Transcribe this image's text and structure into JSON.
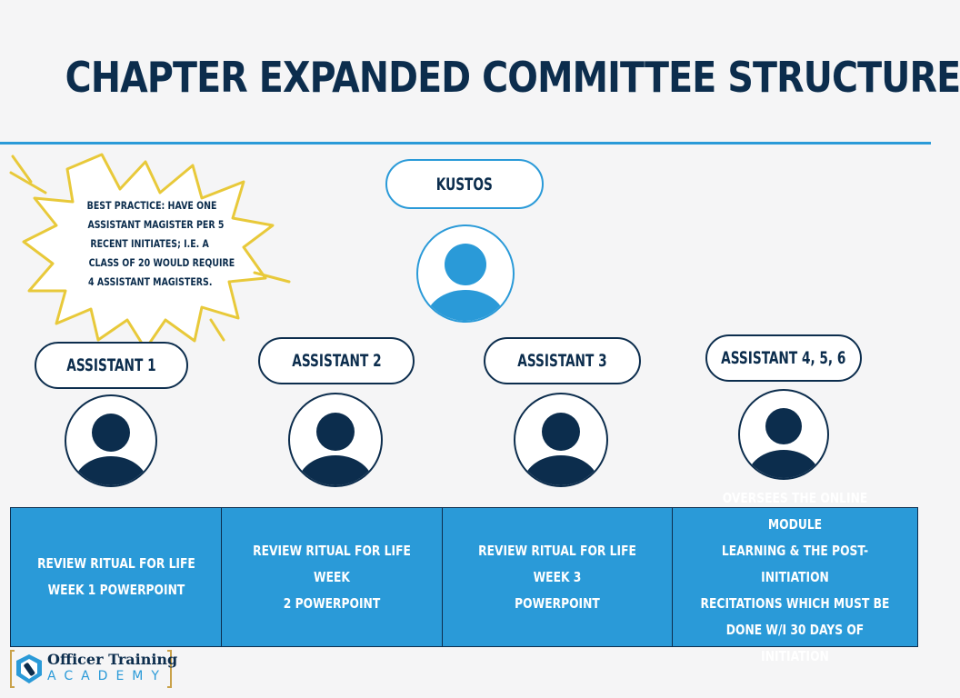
{
  "title": "CHAPTER EXPANDED COMMITTEE STRUCTURE",
  "top_role": {
    "label": "KUSTOS"
  },
  "best_practice": {
    "lines": [
      "BEST PRACTICE: HAVE ONE",
      "ASSISTANT MAGISTER PER 5",
      "RECENT INITIATES; I.E. A",
      "CLASS OF 20 WOULD REQUIRE",
      "4 ASSISTANT MAGISTERS."
    ]
  },
  "assistants": [
    {
      "label": "ASSISTANT 1"
    },
    {
      "label": "ASSISTANT 2"
    },
    {
      "label": "ASSISTANT 3"
    },
    {
      "label": "ASSISTANT 4, 5, 6"
    }
  ],
  "duties": [
    {
      "lines": [
        "REVIEW RITUAL FOR LIFE",
        "WEEK 1 POWERPOINT"
      ]
    },
    {
      "lines": [
        "REVIEW RITUAL FOR LIFE WEEK",
        "2 POWERPOINT"
      ]
    },
    {
      "lines": [
        "REVIEW RITUAL FOR LIFE WEEK 3",
        "POWERPOINT"
      ]
    },
    {
      "lines": [
        "OVERSEES THE ONLINE MODULE",
        "LEARNING & THE POST-INITIATION",
        "RECITATIONS WHICH MUST BE",
        "DONE W/I 30 DAYS OF INITIATION"
      ]
    }
  ],
  "logo": {
    "line1": "Officer Training",
    "line2": "ACADEMY"
  },
  "colors": {
    "navy": "#0c2d4d",
    "blue": "#2a9ad8",
    "burst": "#e8c93a",
    "background": "#f5f5f6"
  },
  "icons": [
    "person-icon",
    "starburst-callout",
    "wrench-shield-logo-icon"
  ]
}
